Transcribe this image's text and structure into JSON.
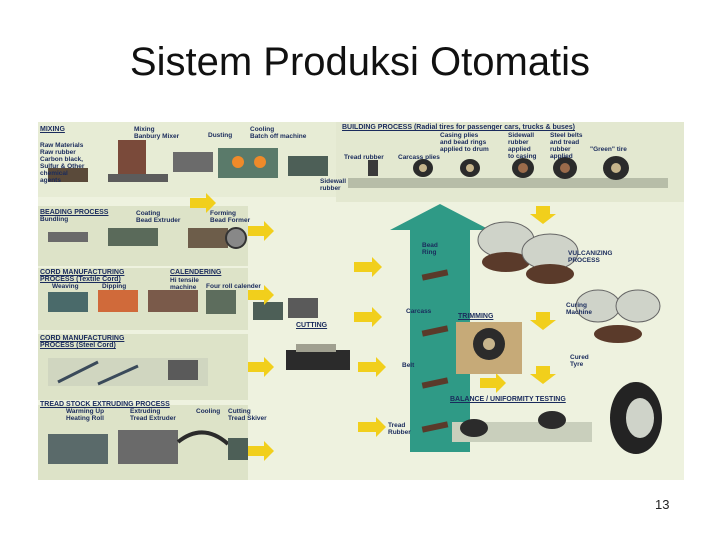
{
  "slide": {
    "title": "Sistem Produksi Otomatis",
    "page_number": "13"
  },
  "labels": {
    "mixing": "MIXING",
    "mixing_banbury": "Mixing\nBanbury Mixer",
    "dusting": "Dusting",
    "cooling_batch": "Cooling\nBatch off machine",
    "raw_materials": "Raw Materials\nRaw rubber\nCarbon black,\nSulfur & Other\nchemical\nagents",
    "building": "BUILDING PROCESS (Radial tires for passenger cars, trucks & buses)",
    "casing_plies": "Casing plies\nand bead rings\napplied to drum",
    "sidewall_rubber_applied": "Sidewall\nrubber\napplied\nto casing",
    "steel_belts": "Steel belts\nand tread\nrubber\napplied",
    "green_tire": "\"Green\" tire",
    "tread_rubber": "Tread rubber",
    "carcass_plies": "Carcass plies",
    "sidewall_rubber": "Sidewall\nrubber",
    "beading": "BEADING PROCESS",
    "bundling": "Bundling",
    "coating_bead_extruder": "Coating\nBead Extruder",
    "forming_bead_former": "Forming\nBead Former",
    "bead_ring": "Bead\nRing",
    "vulcanizing": "VULCANIZING\nPROCESS",
    "cord_textile": "CORD MANUFACTURING\nPROCESS (Textile Cord)",
    "weaving": "Weaving",
    "dipping": "Dipping",
    "calendering": "CALENDERING",
    "hi_tensile": "Hi tensile\nmachine",
    "four_roll": "Four roll calender",
    "cutting": "CUTTING",
    "carcass": "Carcass",
    "trimming": "TRIMMING",
    "curing_machine": "Curing\nMachine",
    "cord_steel": "CORD MANUFACTURING\nPROCESS (Steel Cord)",
    "cured_tyre": "Cured\nTyre",
    "belt": "Belt",
    "tread_stock": "TREAD STOCK EXTRUDING PROCESS",
    "warming_up": "Warming Up\nHeating Roll",
    "extruding": "Extruding\nTread Extruder",
    "cooling": "Cooling",
    "cutting_skiver": "Cutting\nTread Skiver",
    "balance": "BALANCE / UNIFORMITY TESTING",
    "tread_rubber_arrow": "Tread\nRubber"
  },
  "colors": {
    "panel_bg": "#eef2df",
    "band": "#d6dcc1",
    "label": "#1a2b5c",
    "arrow_yellow": "#f1cf1c",
    "arrow_green": "#2f9a86",
    "tire": "#2b2b2b",
    "rim": "#cfd3c9"
  }
}
